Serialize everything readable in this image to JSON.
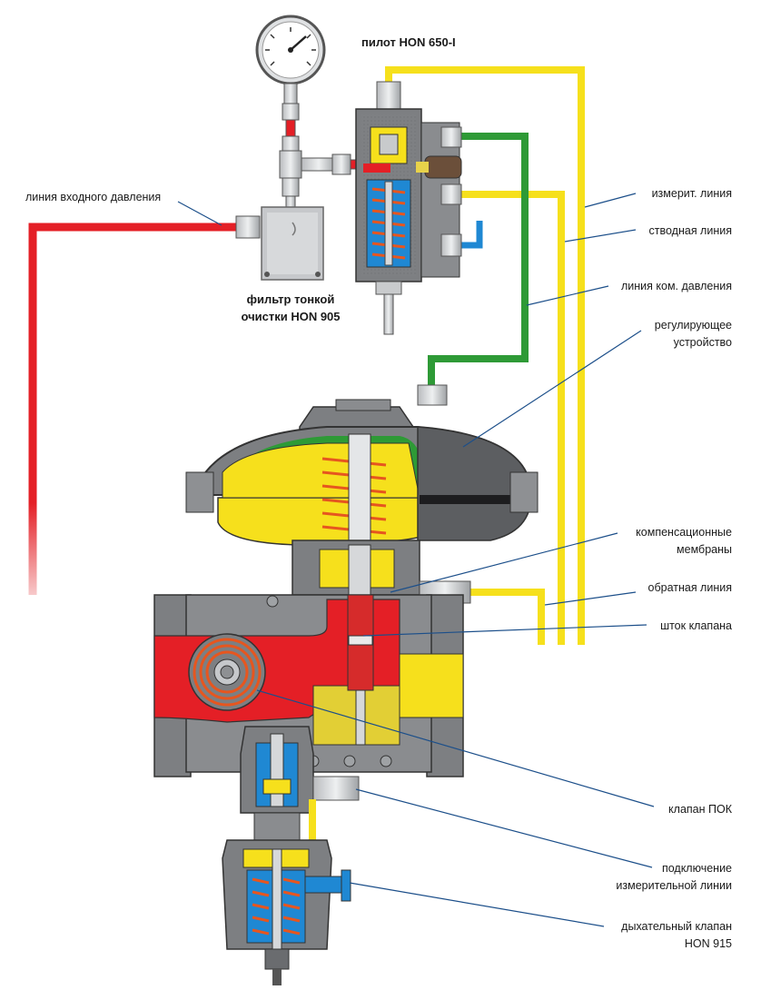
{
  "labels": {
    "pilot": "пилот HON 650-I",
    "filter_line1": "фильтр тонкой",
    "filter_line2": "очистки HON 905",
    "inlet_line": "линия входного давления",
    "measure_line": "измерит. линия",
    "vent_line": "стводная линия",
    "comp_pressure_line": "линия ком. давления",
    "regulator_line1": "регулирующее",
    "regulator_line2": "устройство",
    "comp_membranes_line1": "компенсационные",
    "comp_membranes_line2": "мембраны",
    "return_line": "обратная линия",
    "valve_stem": "шток клапана",
    "pok_valve": "клапан ПОК",
    "meas_conn_line1": "подключение",
    "meas_conn_line2": "измерительной линии",
    "breather_line1": "дыхательный клапан",
    "breather_line2": "HON 915"
  },
  "colors": {
    "inlet_pressure": "#e41f26",
    "measuring_line": "#f6e01c",
    "comp_pressure": "#2e9a36",
    "vent_blue": "#1f88d3",
    "body_gray": "#7d7f82",
    "spring_orange": "#e6561f"
  }
}
